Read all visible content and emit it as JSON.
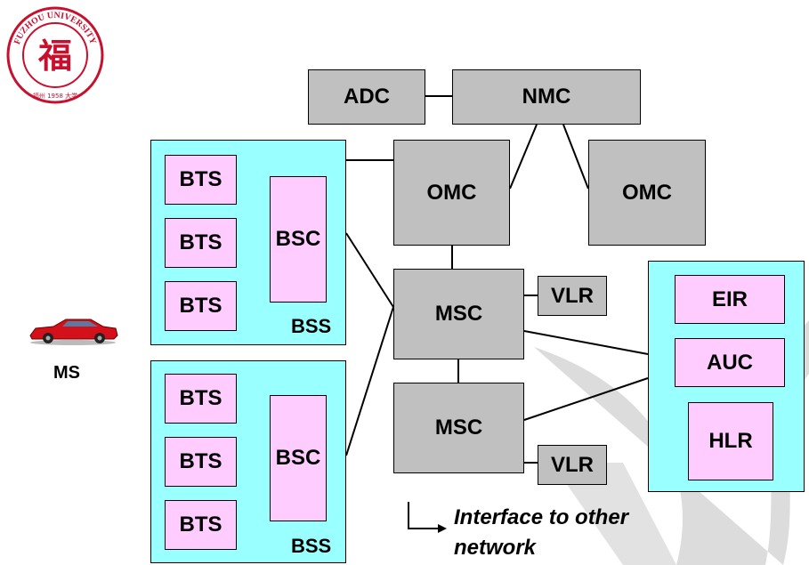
{
  "logo": {
    "text": "FUZHOU UNIVERSITY",
    "glyph": "福",
    "bottom_text": "福州 1958 大学",
    "color": "#c8102e"
  },
  "colors": {
    "gray": "#c0c0c0",
    "pink": "#ffccff",
    "cyan": "#99ffff"
  },
  "nodes": {
    "adc": "ADC",
    "nmc": "NMC",
    "omc1": "OMC",
    "omc2": "OMC",
    "msc1": "MSC",
    "msc2": "MSC",
    "vlr1": "VLR",
    "vlr2": "VLR",
    "eir": "EIR",
    "auc": "AUC",
    "hlr": "HLR"
  },
  "bss1": {
    "bts": [
      "BTS",
      "BTS",
      "BTS"
    ],
    "bsc": "BSC",
    "label": "BSS"
  },
  "bss2": {
    "bts": [
      "BTS",
      "BTS",
      "BTS"
    ],
    "bsc": "BSC",
    "label": "BSS"
  },
  "ms": {
    "label": "MS",
    "icon": "car-icon"
  },
  "interface": {
    "line1": "Interface to other",
    "line2": "network"
  }
}
